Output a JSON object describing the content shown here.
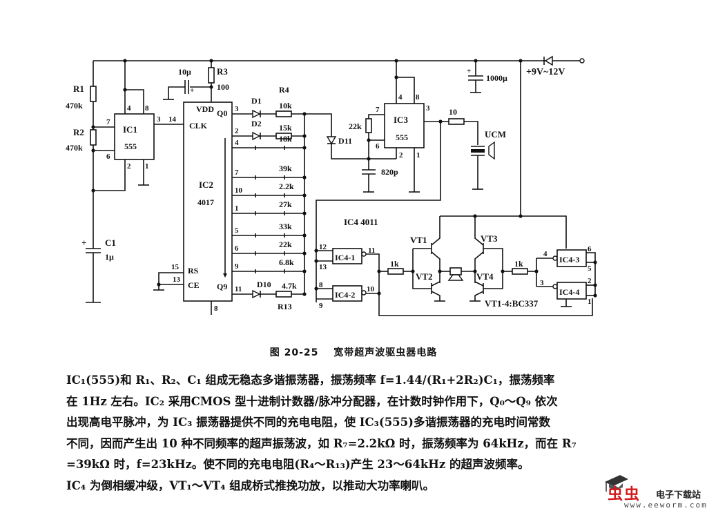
{
  "figure": {
    "number": "图 20-25",
    "title": "宽带超声波驱虫器电路"
  },
  "schematic": {
    "supply_label": "+9V~12V",
    "ic1": {
      "name": "IC1",
      "type": "555",
      "pins": {
        "p4": "4",
        "p8": "8",
        "p7": "7",
        "p6": "6",
        "p3": "3",
        "p2": "2",
        "p1": "1"
      }
    },
    "ic2": {
      "name": "IC2",
      "type": "4017",
      "vdd": "VDD",
      "clk": "CLK",
      "q0": "Q0",
      "q9": "Q9",
      "rs": "RS",
      "ce": "CE",
      "pin14": "14",
      "pin15": "15",
      "pin13": "13",
      "pin8": "8"
    },
    "ic3": {
      "name": "IC3",
      "type": "555",
      "pins": {
        "p4": "4",
        "p8": "8",
        "p7": "7",
        "p6": "6",
        "p3": "3",
        "p2": "2",
        "p1": "1"
      }
    },
    "ic4": {
      "label": "IC4 4011",
      "gates": [
        "IC4-1",
        "IC4-2",
        "IC4-3",
        "IC4-4"
      ],
      "pins": [
        "12",
        "13",
        "11",
        "8",
        "9",
        "10",
        "4",
        "3",
        "6",
        "5",
        "2",
        "1"
      ]
    },
    "r1": {
      "name": "R1",
      "value": "470k"
    },
    "r2": {
      "name": "R2",
      "value": "470k"
    },
    "r3": {
      "name": "R3",
      "value": "100"
    },
    "r4_label": "R4",
    "r13_label": "R13",
    "c1": {
      "name": "C1",
      "value": "1μ"
    },
    "c_vdd": "10μ",
    "c_supply": "1000μ",
    "c_timing": "820p",
    "r_ic3": "22k",
    "r_out": "10",
    "d1": "D1",
    "d2": "D2",
    "d10": "D10",
    "d11": "D11",
    "speaker": "UCM",
    "r_buf1": "1k",
    "r_buf2": "1k",
    "transistors": [
      "VT1",
      "VT2",
      "VT3",
      "VT4"
    ],
    "transistor_note": "VT1-4:BC337",
    "ladder": [
      {
        "pin": "3",
        "value": "10k"
      },
      {
        "pin": "2",
        "value": "15k"
      },
      {
        "pin": "4",
        "value": "18k"
      },
      {
        "pin": "7",
        "value": "39k"
      },
      {
        "pin": "10",
        "value": "2.2k"
      },
      {
        "pin": "1",
        "value": "27k"
      },
      {
        "pin": "5",
        "value": "33k"
      },
      {
        "pin": "6",
        "value": "22k"
      },
      {
        "pin": "9",
        "value": "6.8k"
      },
      {
        "pin": "11",
        "value": "4.7k"
      }
    ]
  },
  "body": {
    "lines": [
      "IC₁(555)和 R₁、R₂、C₁ 组成无稳态多谐振荡器，振荡频率 f=1.44/(R₁+2R₂)C₁，振荡频率",
      "在 1Hz 左右。IC₂ 采用CMOS 型十进制计数器/脉冲分配器，在计数时钟作用下，Q₀～Q₉ 依次",
      "出现高电平脉冲，为 IC₃ 振荡器提供不同的充电电阻，使 IC₃(555)多谐振荡器的充电时间常数",
      "不同，因而产生出 10 种不同频率的超声振荡波，如 R₇=2.2kΩ 时，振荡频率为 64kHz，而在 R₇",
      "=39kΩ 时，f=23kHz。使不同的充电电阻(R₄～R₁₃)产生 23～64kHz 的超声波频率。",
      "IC₄ 为倒相缓冲级，VT₁～VT₄ 组成桥式推挽功放，以推动大功率喇叭。"
    ]
  },
  "watermark": {
    "brand": "虫虫",
    "name": "电子下载站",
    "url": "www.eeworm.com",
    "brand_color": "#d21818"
  }
}
